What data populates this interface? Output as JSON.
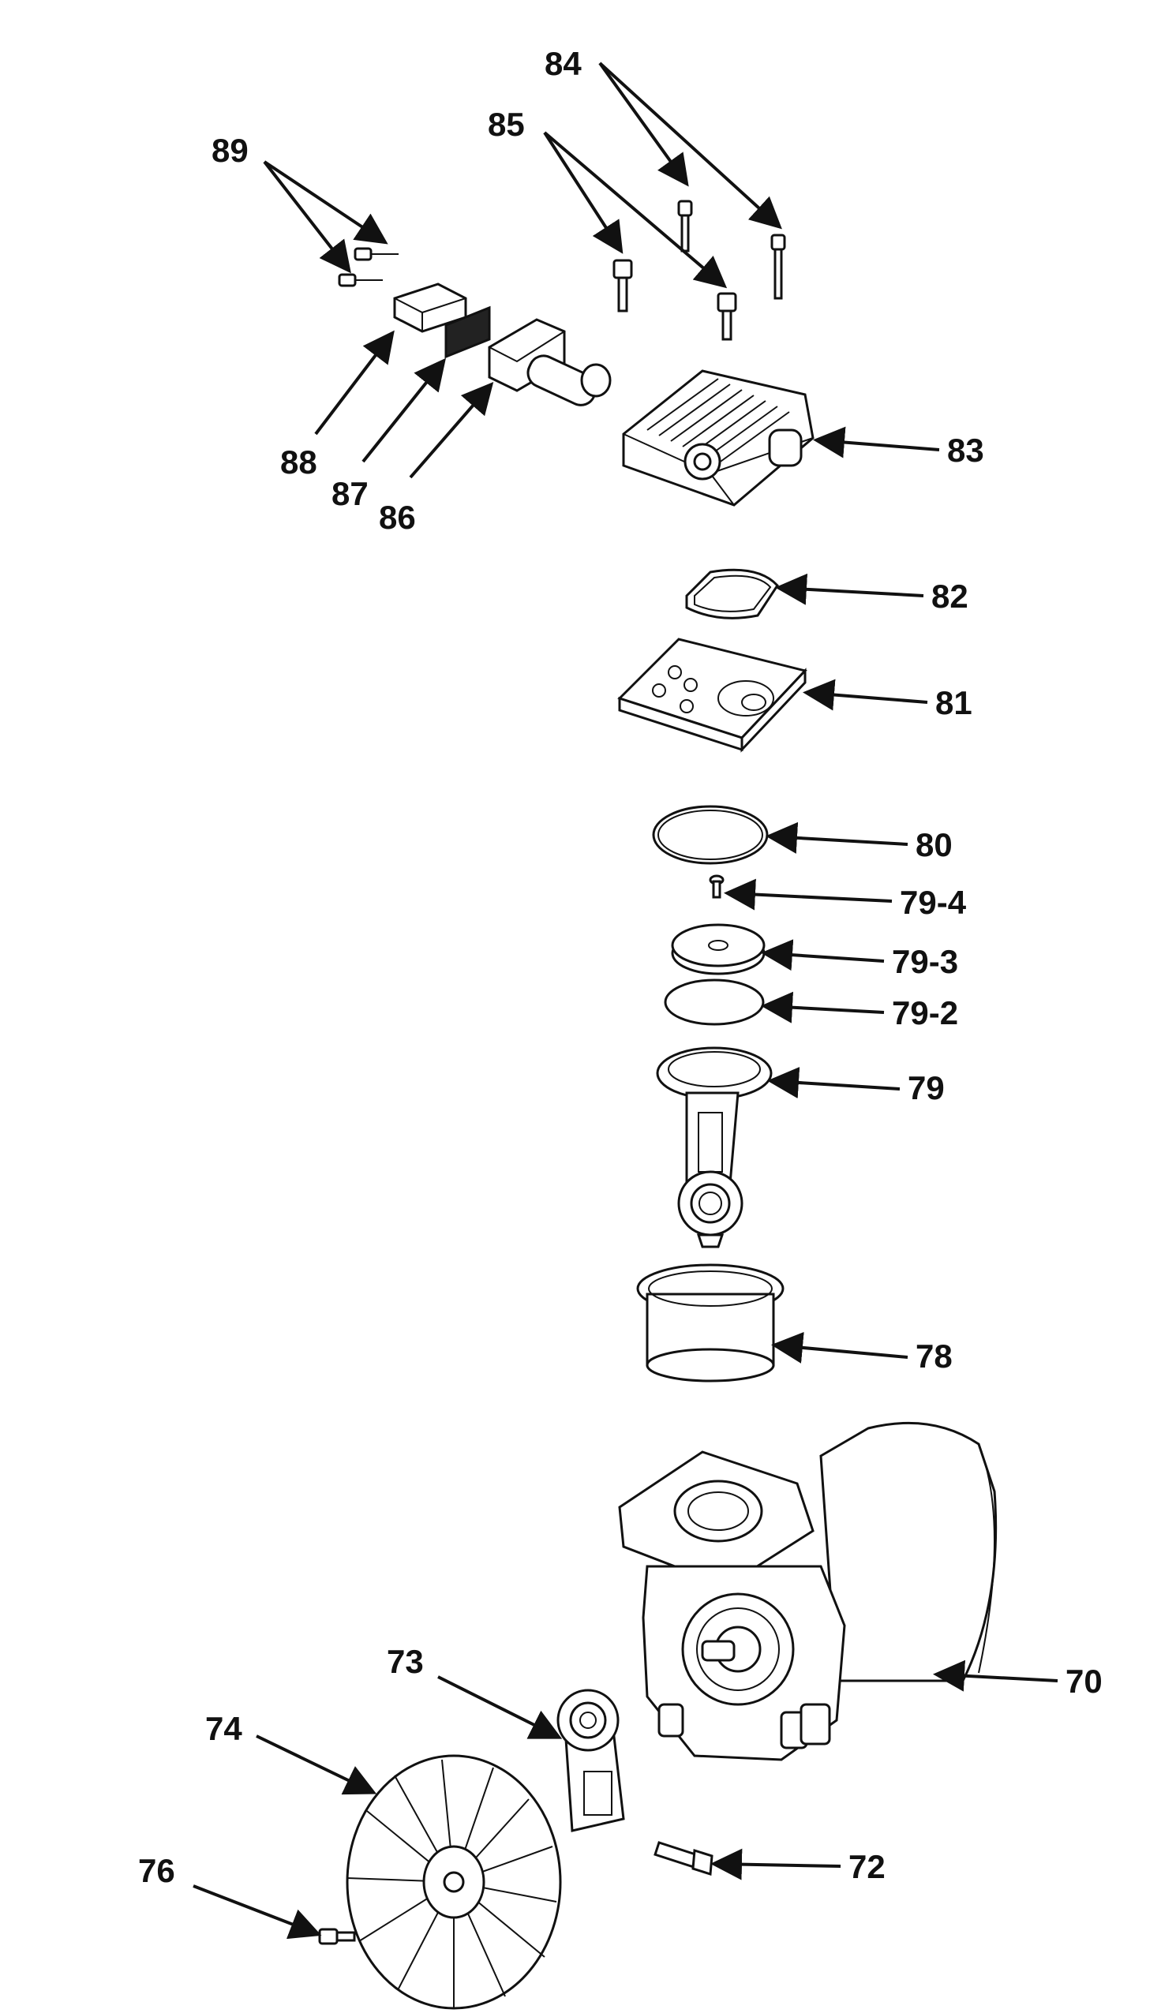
{
  "diagram": {
    "callouts": {
      "c89": "89",
      "c84": "84",
      "c85": "85",
      "c88": "88",
      "c87": "87",
      "c86": "86",
      "c83": "83",
      "c82": "82",
      "c81": "81",
      "c80": "80",
      "c79_4": "79-4",
      "c79_3": "79-3",
      "c79_2": "79-2",
      "c79": "79",
      "c78": "78",
      "c73": "73",
      "c74": "74",
      "c70": "70",
      "c72": "72",
      "c76": "76"
    }
  }
}
